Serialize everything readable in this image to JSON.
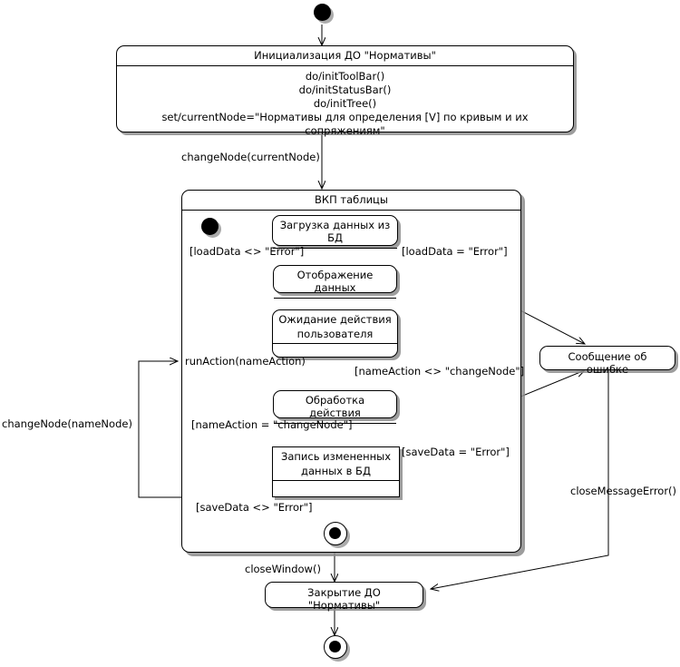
{
  "diagram": {
    "type": "uml-state-machine",
    "language": "ru",
    "background": "#ffffff",
    "line_color": "#000000"
  },
  "nodes": {
    "start": {
      "kind": "initial-node",
      "label": ""
    },
    "init_state": {
      "kind": "state",
      "name": "Инициализация ДО \"Нормативы\"",
      "actions": [
        "do/initToolBar()",
        "do/initStatusBar()",
        "do/initTree()",
        "set/currentNode=\"Нормативы для определения [V] по кривым и их сопряжениям\""
      ]
    },
    "composite": {
      "kind": "composite-state",
      "name": "ВКП таблицы"
    },
    "load_data": {
      "kind": "state",
      "name": "Загрузка данных из БД"
    },
    "show_data": {
      "kind": "state",
      "name": "Отображение данных"
    },
    "wait_user": {
      "kind": "state",
      "name": "Ожидание действия\nпользователя",
      "line1": "Ожидание действия",
      "line2": "пользователя"
    },
    "process_action": {
      "kind": "state",
      "name": "Обработка действия"
    },
    "save_data": {
      "kind": "state",
      "name": "Запись измененных данных в БД",
      "line1": "Запись измененных",
      "line2": "данных в БД"
    },
    "error_message": {
      "kind": "state",
      "name": "Сообщение об ошибке"
    },
    "close_state": {
      "kind": "state",
      "name": "Закрытие ДО \"Нормативы\""
    },
    "inner_final": {
      "kind": "final-node",
      "label": ""
    },
    "outer_final": {
      "kind": "final-node",
      "label": ""
    }
  },
  "transitions": [
    {
      "from": "start",
      "to": "init_state",
      "label": ""
    },
    {
      "from": "init_state",
      "to": "composite",
      "label": "changeNode(currentNode)"
    },
    {
      "from": "load_data",
      "to": "show_data",
      "label": "[loadData <> \"Error\"]"
    },
    {
      "from": "load_data",
      "to": "error_message",
      "label": "[loadData = \"Error\"]"
    },
    {
      "from": "show_data",
      "to": "wait_user",
      "label": ""
    },
    {
      "from": "wait_user",
      "to": "process_action",
      "label": "runAction(nameAction)"
    },
    {
      "from": "process_action",
      "to": "wait_user",
      "label": "[nameAction <> \"changeNode\"]"
    },
    {
      "from": "process_action",
      "to": "save_data",
      "label": "[nameAction = \"changeNode\"]"
    },
    {
      "from": "save_data",
      "to": "error_message",
      "label": "[saveData = \"Error\"]"
    },
    {
      "from": "save_data",
      "to": "inner_final",
      "label": "[saveData <> \"Error\"]"
    },
    {
      "from": "composite",
      "to": "composite",
      "label": "changeNode(nameNode)"
    },
    {
      "from": "inner_final",
      "to": "close_state",
      "label": "closeWindow()"
    },
    {
      "from": "error_message",
      "to": "close_state",
      "label": "closeMessageError()"
    },
    {
      "from": "close_state",
      "to": "outer_final",
      "label": ""
    }
  ],
  "labels": {
    "change_node_current": "changeNode(currentNode)",
    "load_ok": "[loadData <> \"Error\"]",
    "load_err": "[loadData = \"Error\"]",
    "run_action": "runAction(nameAction)",
    "name_action_ne": "[nameAction <> \"changeNode\"]",
    "name_action_eq": "[nameAction = \"changeNode\"]",
    "save_err": "[saveData = \"Error\"]",
    "save_ok": "[saveData <> \"Error\"]",
    "change_node_name": "changeNode(nameNode)",
    "close_window": "closeWindow()",
    "close_message_error": "closeMessageError()"
  }
}
